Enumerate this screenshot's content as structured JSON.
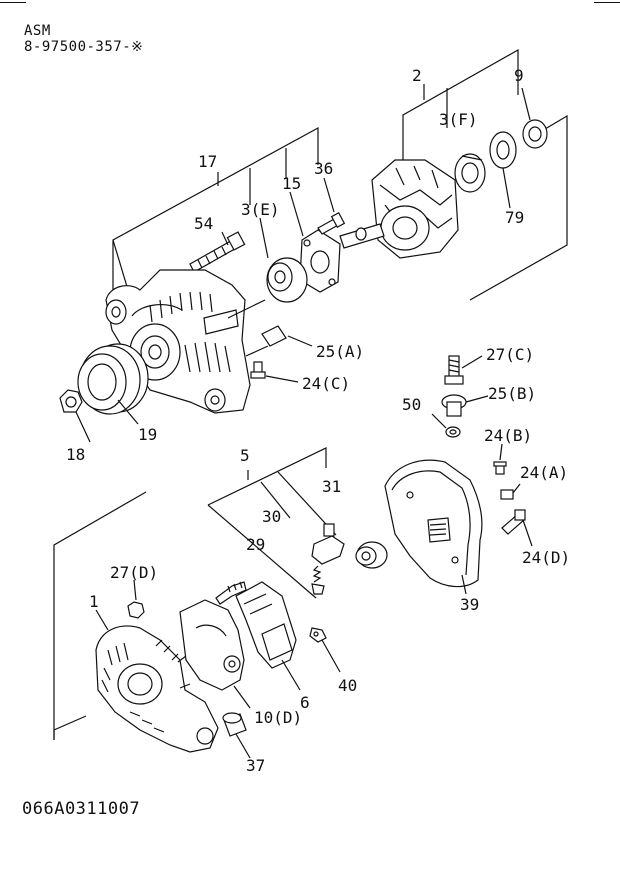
{
  "header": {
    "line1": "ASM",
    "line2": "8-97500-357-※"
  },
  "footer": {
    "code": "066A0311007"
  },
  "callouts": {
    "c2": "2",
    "c9": "9",
    "c3f": "3(F)",
    "c79": "79",
    "c17": "17",
    "c36": "36",
    "c15": "15",
    "c3e": "3(E)",
    "c54": "54",
    "c25a": "25(A)",
    "c24c": "24(C)",
    "c27c": "27(C)",
    "c25b": "25(B)",
    "c50": "50",
    "c24b": "24(B)",
    "c24a": "24(A)",
    "c24d": "24(D)",
    "c18": "18",
    "c19": "19",
    "c5": "5",
    "c31": "31",
    "c30": "30",
    "c29": "29",
    "c39": "39",
    "c27d": "27(D)",
    "c1": "1",
    "c40": "40",
    "c6": "6",
    "c10d": "10(D)",
    "c37": "37"
  }
}
